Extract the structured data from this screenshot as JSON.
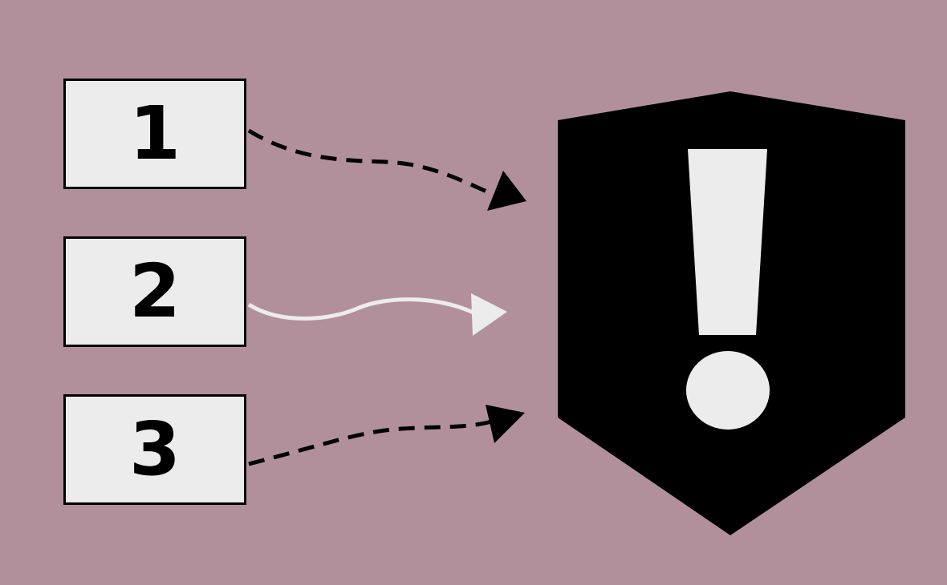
{
  "colors": {
    "background": "#b1909c",
    "box_fill": "#ececec",
    "ink": "#000000",
    "light": "#ececec"
  },
  "boxes": [
    {
      "label": "1"
    },
    {
      "label": "2"
    },
    {
      "label": "3"
    }
  ],
  "icons": {
    "shield": "shield-icon",
    "exclamation": "exclamation-icon"
  },
  "connectors": [
    {
      "from": "1",
      "style": "dashed",
      "color": "#000000"
    },
    {
      "from": "2",
      "style": "solid-wavy",
      "color": "#ececec"
    },
    {
      "from": "3",
      "style": "dashed",
      "color": "#000000"
    }
  ]
}
